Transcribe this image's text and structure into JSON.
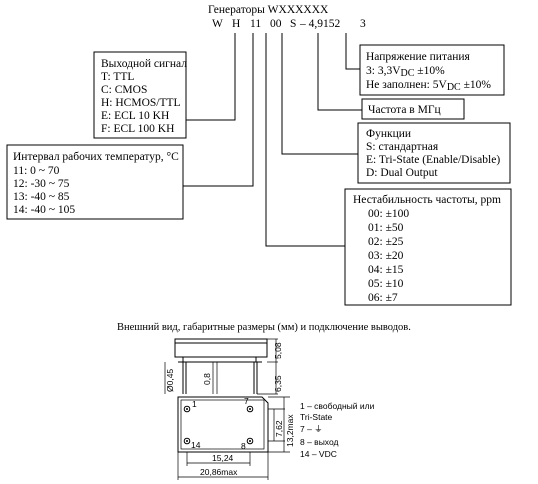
{
  "title": "Генераторы WXXXXXX",
  "code": {
    "w": "W",
    "h": "H",
    "temp": "11",
    "out": "00",
    "func": "S",
    "freq": "– 4,9152",
    "volt": "3"
  },
  "output_signal": {
    "heading": "Выходной сигнал",
    "items": [
      "T: TTL",
      "C: CMOS",
      "H: HCMOS/TTL",
      "E: ECL 10 KH",
      "F: ECL 100 KH"
    ]
  },
  "temperature": {
    "heading": "Интервал рабочих температур, °C",
    "items": [
      "11: 0 ~ 70",
      "12: -30 ~ 75",
      "13: -40 ~ 85",
      "14: -40 ~ 105"
    ]
  },
  "voltage": {
    "heading": "Напряжение питания",
    "line1": "3: 3,3V",
    "line1_sub": "DC",
    "line1_tail": " ±10%",
    "line2": "Не заполнен: 5V",
    "line2_sub": "DC",
    "line2_tail": " ±10%"
  },
  "frequency": {
    "label": "Частота в МГц"
  },
  "functions": {
    "heading": "Функции",
    "items": [
      "S: стандартная",
      "E: Tri-State (Enable/Disable)",
      "D: Dual Output"
    ]
  },
  "stability": {
    "heading": "Нестабильность частоты, ppm",
    "items": [
      "00: ±100",
      "01: ±50",
      "02: ±25",
      "03: ±20",
      "04: ±15",
      "05: ±10",
      "06: ±7"
    ]
  },
  "drawing": {
    "caption": "Внешний вид, габаритные размеры (мм) и подключение выводов.",
    "dims": {
      "d508": "5,08",
      "d635": "6,35",
      "d08": "0,8",
      "d045": "Ø0,45",
      "d762": "7,62",
      "d132": "13,2max",
      "d1524": "15,24",
      "d2086": "20,86max"
    },
    "pin_marks": [
      "1",
      "7",
      "8",
      "14"
    ],
    "pins": [
      "1 – свободный или",
      "Tri-State",
      "7 – ⏚",
      "8 – выход",
      "14 – VDC"
    ]
  }
}
